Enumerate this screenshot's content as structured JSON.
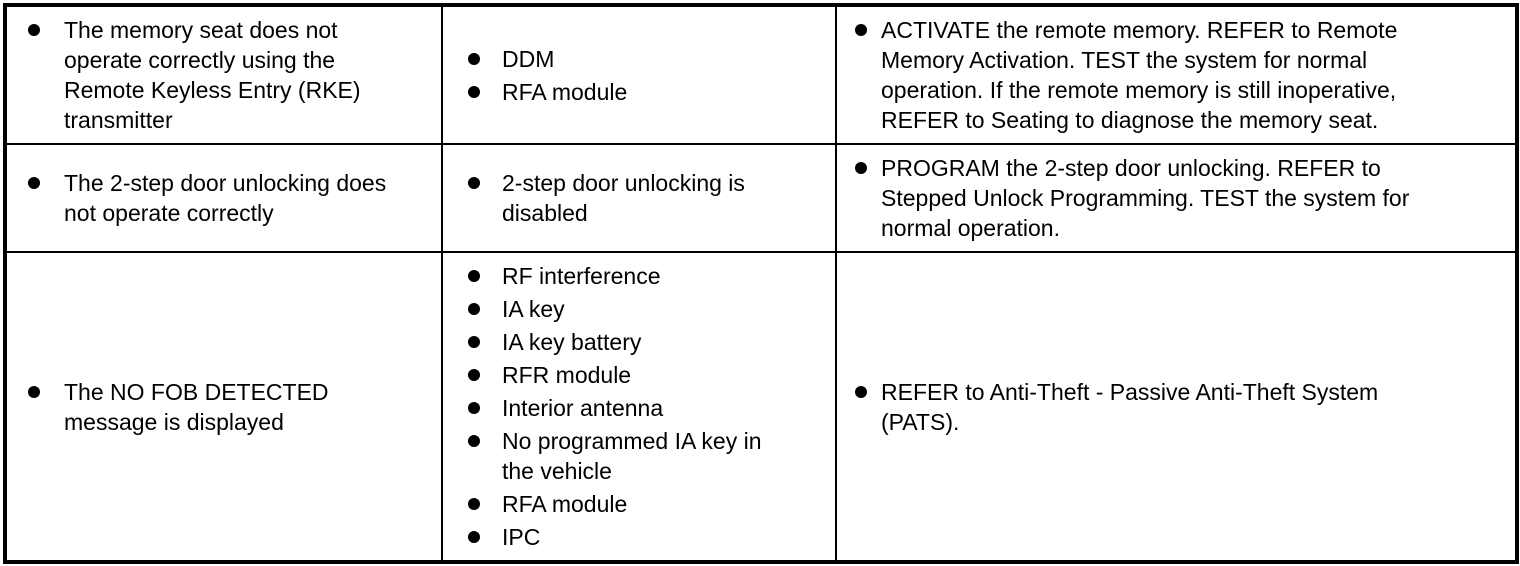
{
  "page": {
    "background_color": "#ffffff",
    "border_color": "#000000",
    "text_color": "#000000"
  },
  "table": {
    "rows": [
      {
        "cells": [
          {
            "items": [
              "The memory seat does not operate correctly using the Remote Keyless Entry (RKE) transmitter"
            ]
          },
          {
            "items": [
              "DDM",
              "RFA module"
            ]
          },
          {
            "items": [
              "ACTIVATE the remote memory. REFER to Remote Memory Activation. TEST the system for normal operation. If the remote memory is still inoperative, REFER to Seating to diagnose the memory seat."
            ]
          }
        ]
      },
      {
        "cells": [
          {
            "items": [
              "The 2-step door unlocking does not operate correctly"
            ]
          },
          {
            "items": [
              "2-step door unlocking is disabled"
            ]
          },
          {
            "items": [
              "PROGRAM the 2-step door unlocking. REFER to Stepped Unlock Programming. TEST the system for normal operation."
            ]
          }
        ]
      },
      {
        "cells": [
          {
            "items": [
              "The NO FOB DETECTED message is displayed"
            ]
          },
          {
            "items": [
              "RF interference",
              "IA key",
              "IA key battery",
              "RFR module",
              "Interior antenna",
              "No programmed IA key in the vehicle",
              "RFA module",
              "IPC"
            ]
          },
          {
            "items": [
              "REFER to Anti-Theft - Passive Anti-Theft System (PATS)."
            ]
          }
        ]
      }
    ]
  }
}
